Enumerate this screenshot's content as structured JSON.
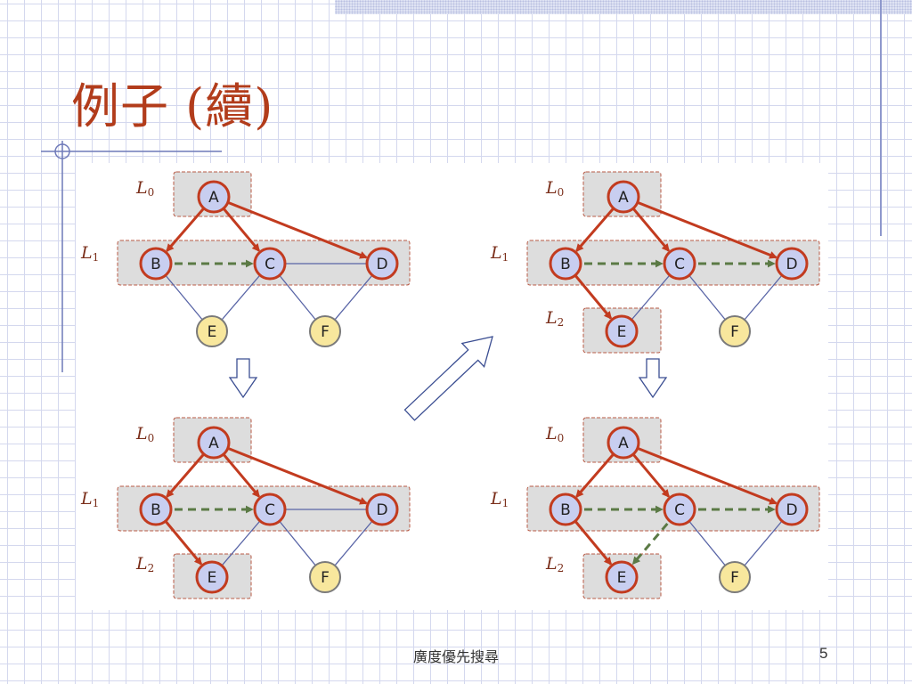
{
  "slide": {
    "title": "例子 (續)",
    "footer": "廣度優先搜尋",
    "page_number": "5"
  },
  "colors": {
    "title": "#b23c1b",
    "tree_edge": "#c23b1f",
    "cross_edge": "#5b7a45",
    "graph_edge": "#5864a6",
    "node_fill_blue": "#c8cef0",
    "node_fill_yellow": "#f8e79d",
    "node_ring_red": "#c23b1f",
    "node_ring_gray": "#7a7a7a",
    "level_box": "#dddddd"
  },
  "graph": {
    "node_labels": {
      "A": "A",
      "B": "B",
      "C": "C",
      "D": "D",
      "E": "E",
      "F": "F"
    },
    "edges": [
      [
        "A",
        "B"
      ],
      [
        "A",
        "C"
      ],
      [
        "A",
        "D"
      ],
      [
        "B",
        "C"
      ],
      [
        "C",
        "D"
      ],
      [
        "B",
        "E"
      ],
      [
        "C",
        "E"
      ],
      [
        "D",
        "F"
      ],
      [
        "C",
        "F"
      ]
    ]
  },
  "diagram": {
    "level_labels": [
      "L0",
      "L1",
      "L2"
    ],
    "panels": [
      {
        "name": "step-1",
        "levels": [
          0,
          1
        ],
        "visited": [
          "A",
          "B",
          "C",
          "D"
        ],
        "tree_edges": [
          [
            "A",
            "B"
          ],
          [
            "A",
            "C"
          ],
          [
            "A",
            "D"
          ]
        ],
        "cross_edges": [
          [
            "B",
            "C"
          ]
        ]
      },
      {
        "name": "step-2",
        "levels": [
          0,
          1,
          2
        ],
        "visited": [
          "A",
          "B",
          "C",
          "D",
          "E"
        ],
        "tree_edges": [
          [
            "A",
            "B"
          ],
          [
            "A",
            "C"
          ],
          [
            "A",
            "D"
          ],
          [
            "B",
            "E"
          ]
        ],
        "cross_edges": [
          [
            "B",
            "C"
          ]
        ]
      },
      {
        "name": "step-3",
        "levels": [
          0,
          1,
          2
        ],
        "visited": [
          "A",
          "B",
          "C",
          "D",
          "E"
        ],
        "tree_edges": [
          [
            "A",
            "B"
          ],
          [
            "A",
            "C"
          ],
          [
            "A",
            "D"
          ],
          [
            "B",
            "E"
          ]
        ],
        "cross_edges": [
          [
            "B",
            "C"
          ],
          [
            "C",
            "D"
          ]
        ]
      },
      {
        "name": "step-4",
        "levels": [
          0,
          1,
          2
        ],
        "visited": [
          "A",
          "B",
          "C",
          "D",
          "E"
        ],
        "tree_edges": [
          [
            "A",
            "B"
          ],
          [
            "A",
            "C"
          ],
          [
            "A",
            "D"
          ],
          [
            "B",
            "E"
          ]
        ],
        "cross_edges": [
          [
            "B",
            "C"
          ],
          [
            "C",
            "D"
          ],
          [
            "C",
            "E"
          ]
        ]
      }
    ],
    "transition_arrows": [
      {
        "from": "step-1",
        "to": "step-2",
        "direction": "down"
      },
      {
        "from": "step-2",
        "to": "step-3",
        "direction": "up-right"
      },
      {
        "from": "step-3",
        "to": "step-4",
        "direction": "down"
      }
    ]
  }
}
